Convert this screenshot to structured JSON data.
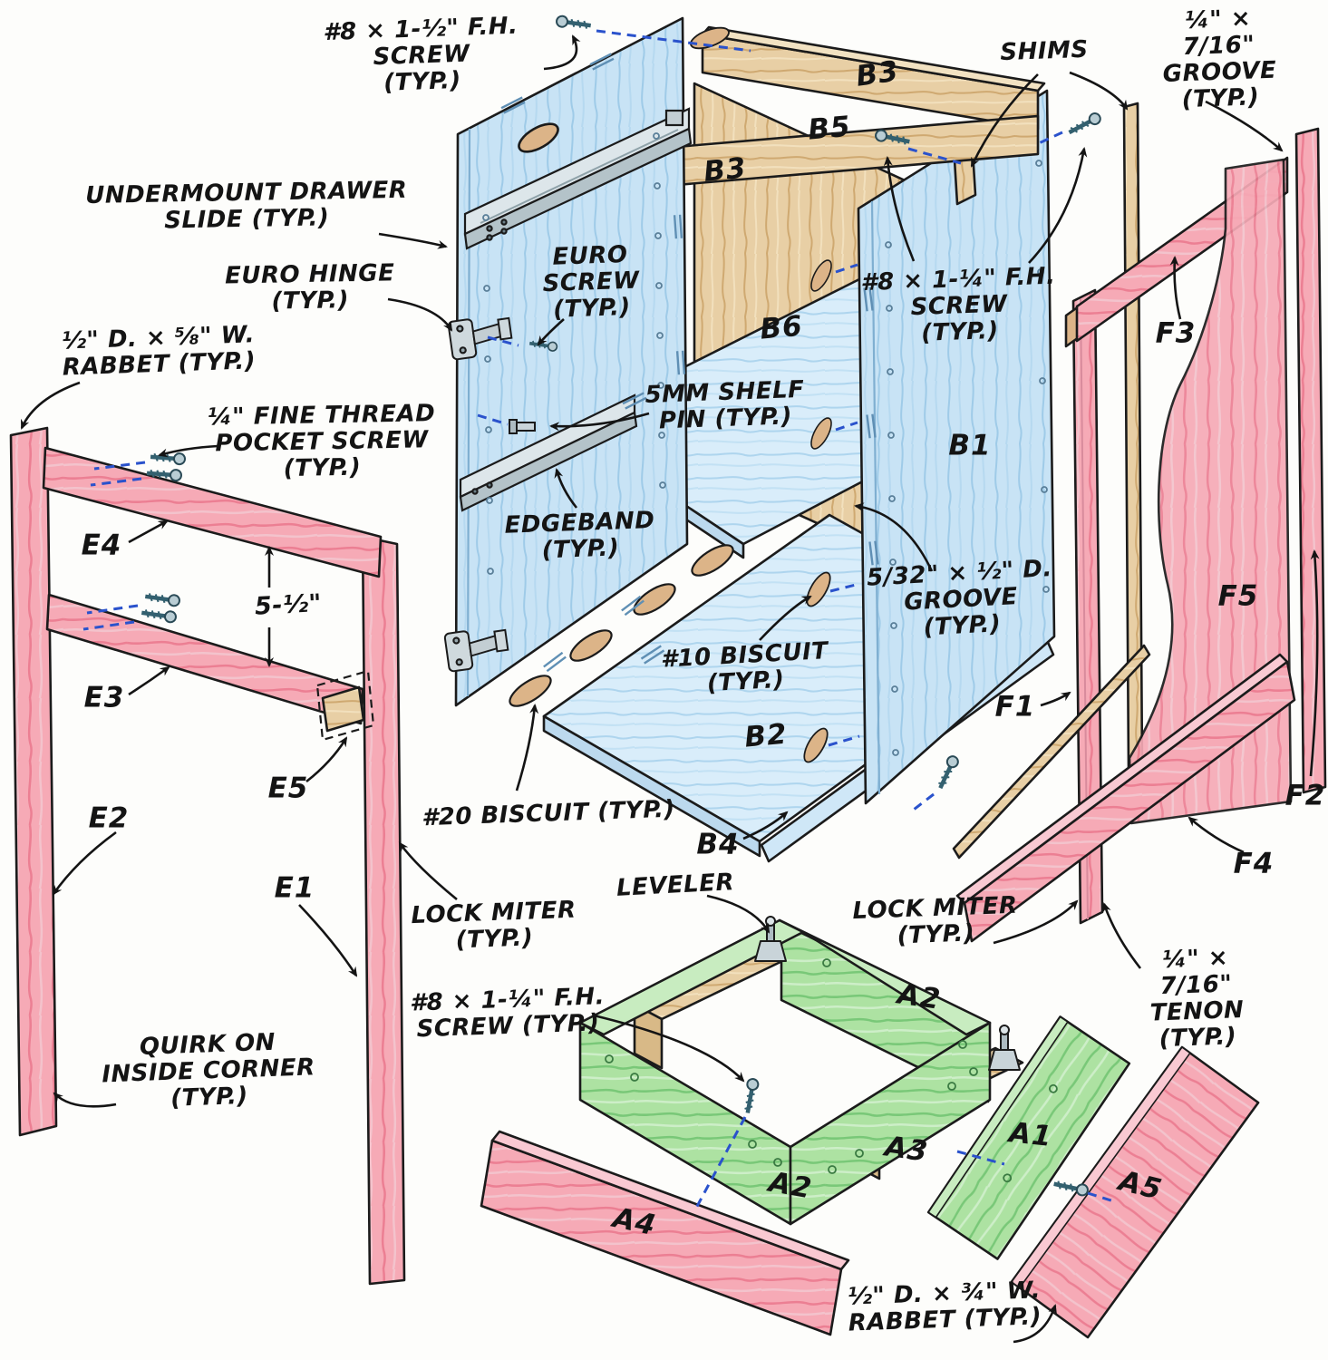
{
  "diagram": {
    "type": "exploded-view woodworking construction diagram",
    "subject": "base cabinet assembly"
  },
  "colors": {
    "panel_blue": "#c8e3f5",
    "shelf_blue": "#d9edfa",
    "wood_tan": "#e8cfa5",
    "frame_pink": "#f6aab6",
    "panel_pink_light": "#f9bcc6",
    "base_green": "#ade2a2",
    "hardware_gray": "#c9d4d9",
    "outline": "#1b1b1b",
    "dashed_line_blue": "#2a52cc"
  },
  "annotations": {
    "screw_8_1_5": "#8 × 1-½\" F.H.\nSCREW\n(TYP.)",
    "shims": "SHIMS",
    "groove_quarter": "¼\" × 7/16\"\nGROOVE (TYP.)",
    "undermount_slide": "UNDERMOUNT DRAWER\nSLIDE (TYP.)",
    "euro_hinge": "EURO HINGE\n(TYP.)",
    "rabbet_side": "½\" D. × ⅝\" W.\nRABBET (TYP.)",
    "pocket_screw": "¼\" FINE THREAD\nPOCKET SCREW\n(TYP.)",
    "euro_screw": "EURO\nSCREW\n(TYP.)",
    "shelf_pin": "5MM SHELF\nPIN (TYP.)",
    "edgeband": "EDGEBAND\n(TYP.)",
    "screw_8_1_25_top": "#8 × 1-¼\" F.H.\nSCREW\n(TYP.)",
    "groove_5_32": "5/32\" × ½\" D.\nGROOVE\n(TYP.)",
    "biscuit_10": "#10 BISCUIT\n(TYP.)",
    "biscuit_20": "#20 BISCUIT (TYP.)",
    "lock_miter_left": "LOCK MITER\n(TYP.)",
    "lock_miter_right": "LOCK MITER\n(TYP.)",
    "quirk": "QUIRK ON\nINSIDE CORNER\n(TYP.)",
    "screw_8_1_25_bottom": "#8 × 1-¼\" F.H.\nSCREW (TYP.)",
    "leveler": "LEVELER",
    "tenon": "¼\" × 7/16\" TENON\n(TYP.)",
    "rabbet_bottom": "½\" D. × ¾\" W.\nRABBET (TYP.)"
  },
  "dimensions": {
    "rail_spacing": "5-½\""
  },
  "parts": {
    "b1": "B1",
    "b2": "B2",
    "b3_rear": "B3",
    "b3_front": "B3",
    "b4": "B4",
    "b5": "B5",
    "b6": "B6",
    "e1": "E1",
    "e2": "E2",
    "e3": "E3",
    "e4": "E4",
    "e5": "E5",
    "f1": "F1",
    "f2": "F2",
    "f3": "F3",
    "f4": "F4",
    "f5": "F5",
    "a1": "A1",
    "a2_back": "A2",
    "a2_front": "A2",
    "a3": "A3",
    "a4": "A4",
    "a5": "A5"
  }
}
